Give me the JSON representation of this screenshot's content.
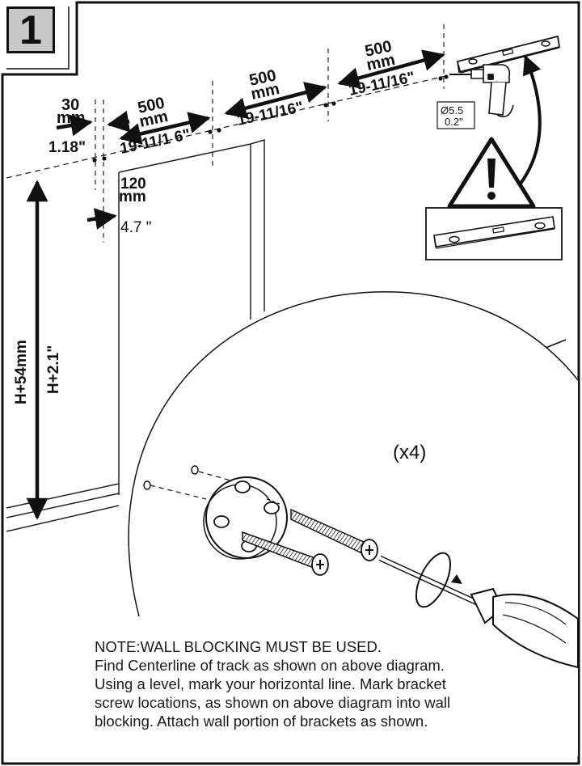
{
  "step": {
    "number": "1"
  },
  "dimensions": {
    "offset_mm_value": "30",
    "offset_mm_unit": "mm",
    "offset_in": "1.18\"",
    "spacing_mm_value": "500",
    "spacing_mm_unit": "mm",
    "spacing_in_a": "19-11/1 6\"",
    "spacing_in_b": "19-11/16\"",
    "spacing_in_c": "19-11/16\"",
    "door_offset_mm_value": "120",
    "door_offset_mm_unit": "mm",
    "door_offset_in": "4.7 \"",
    "height_mm": "H+54mm",
    "height_in": "H+2.1\""
  },
  "drill": {
    "diameter_mm": "Ø5.5",
    "diameter_in": "0.2\""
  },
  "quantity": "(x4)",
  "note": {
    "lines": [
      "NOTE:WALL BLOCKING MUST BE USED.",
      "Find Centerline of track as shown on above diagram.",
      "Using a level, mark your horizontal line. Mark bracket",
      "screw locations, as shown on above diagram into wall",
      "blocking. Attach wall portion of brackets as shown."
    ]
  }
}
